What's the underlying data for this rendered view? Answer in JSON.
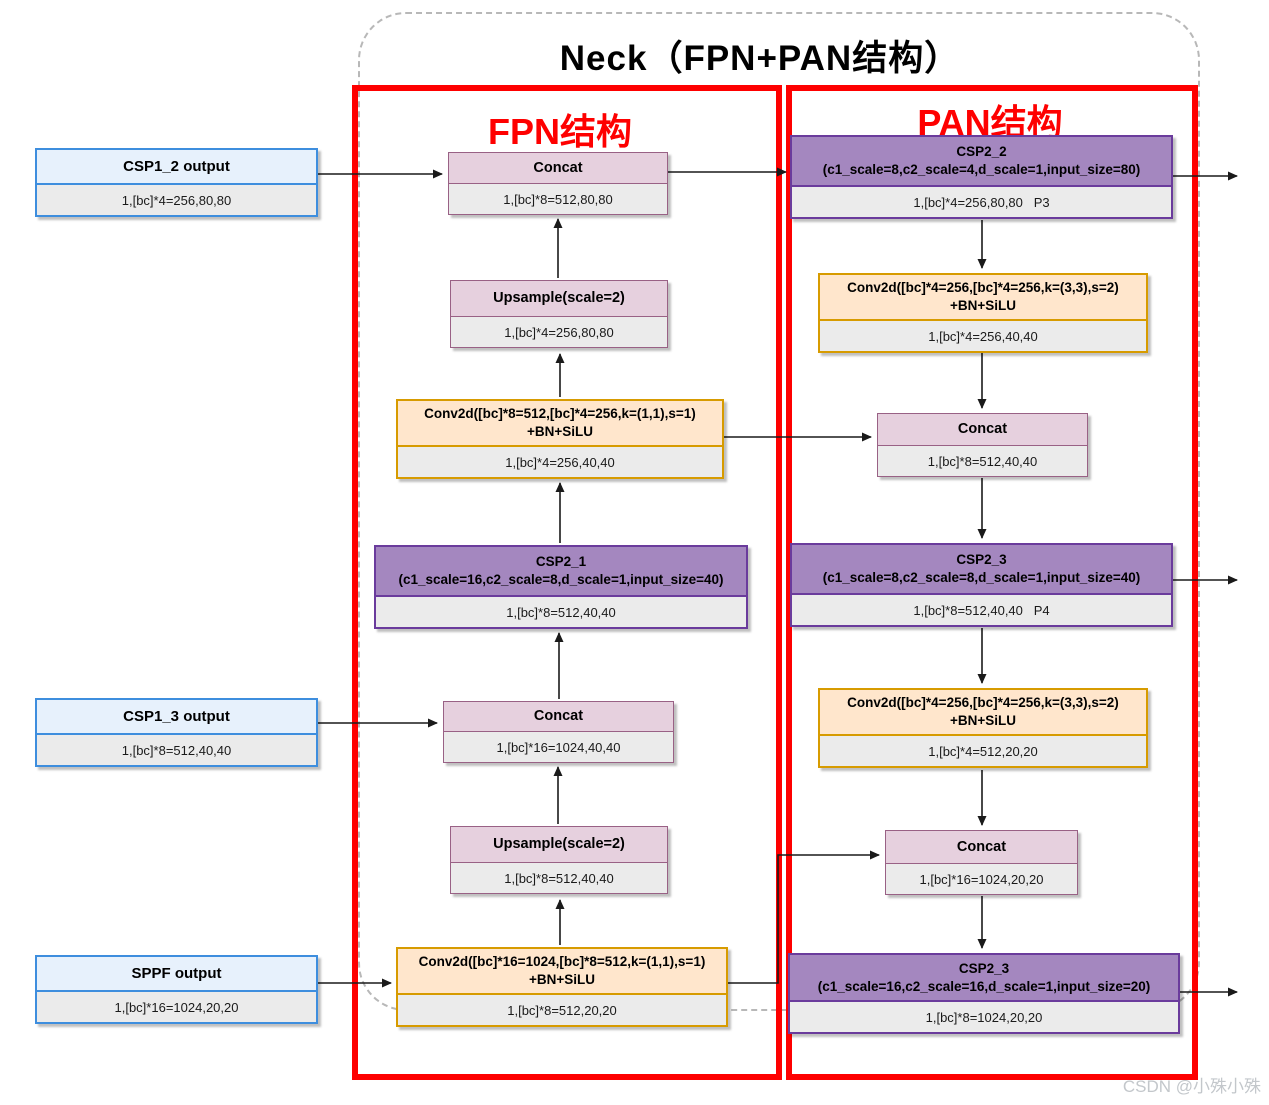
{
  "title": "Neck（FPN+PAN结构）",
  "watermark": "CSDN @小殊小殊",
  "sections": {
    "fpn": {
      "label": "FPN结构"
    },
    "pan": {
      "label": "PAN结构"
    }
  },
  "colors": {
    "section_border": "#fe0000",
    "section_label": "#fe0000",
    "input_fill": "#e7f1fc",
    "input_border": "#3e8ede",
    "pink_fill": "#e6d0de",
    "pink_border": "#996185",
    "orange_fill": "#ffe6cc",
    "orange_border": "#d79b00",
    "purple_fill": "#a487bf",
    "purple_border": "#6a3b9c",
    "value_fill": "#ebebeb",
    "arrow": "#1a1a1a"
  },
  "nodes": {
    "csp1_2": {
      "title": "CSP1_2 output",
      "value": "1,[bc]*4=256,80,80"
    },
    "csp1_3": {
      "title": "CSP1_3 output",
      "value": "1,[bc]*8=512,40,40"
    },
    "sppf": {
      "title": "SPPF output",
      "value": "1,[bc]*16=1024,20,20"
    },
    "fpn_concat_top": {
      "title": "Concat",
      "value": "1,[bc]*8=512,80,80"
    },
    "fpn_upsample_top": {
      "title": "Upsample(scale=2)",
      "value": "1,[bc]*4=256,80,80"
    },
    "fpn_conv_top": {
      "title": "Conv2d([bc]*8=512,[bc]*4=256,k=(1,1),s=1)\n+BN+SiLU",
      "value": "1,[bc]*4=256,40,40"
    },
    "csp2_1": {
      "title": "CSP2_1\n(c1_scale=16,c2_scale=8,d_scale=1,input_size=40)",
      "value": "1,[bc]*8=512,40,40"
    },
    "fpn_concat_mid": {
      "title": "Concat",
      "value": "1,[bc]*16=1024,40,40"
    },
    "fpn_upsample_bottom": {
      "title": "Upsample(scale=2)",
      "value": "1,[bc]*8=512,40,40"
    },
    "fpn_conv_bottom": {
      "title": "Conv2d([bc]*16=1024,[bc]*8=512,k=(1,1),s=1)\n+BN+SiLU",
      "value": "1,[bc]*8=512,20,20"
    },
    "csp2_2": {
      "title": "CSP2_2\n(c1_scale=8,c2_scale=4,d_scale=1,input_size=80)",
      "value": "1,[bc]*4=256,80,80   P3"
    },
    "pan_conv_top": {
      "title": "Conv2d([bc]*4=256,[bc]*4=256,k=(3,3),s=2)\n+BN+SiLU",
      "value": "1,[bc]*4=256,40,40"
    },
    "pan_concat_top": {
      "title": "Concat",
      "value": "1,[bc]*8=512,40,40"
    },
    "csp2_3_p4": {
      "title": "CSP2_3\n(c1_scale=8,c2_scale=8,d_scale=1,input_size=40)",
      "value": "1,[bc]*8=512,40,40   P4"
    },
    "pan_conv_bottom": {
      "title": "Conv2d([bc]*4=256,[bc]*4=256,k=(3,3),s=2)\n+BN+SiLU",
      "value": "1,[bc]*4=512,20,20"
    },
    "pan_concat_bottom": {
      "title": "Concat",
      "value": "1,[bc]*16=1024,20,20"
    },
    "csp2_3_bottom": {
      "title": "CSP2_3\n(c1_scale=16,c2_scale=16,d_scale=1,input_size=20)",
      "value": "1,[bc]*8=1024,20,20"
    }
  }
}
